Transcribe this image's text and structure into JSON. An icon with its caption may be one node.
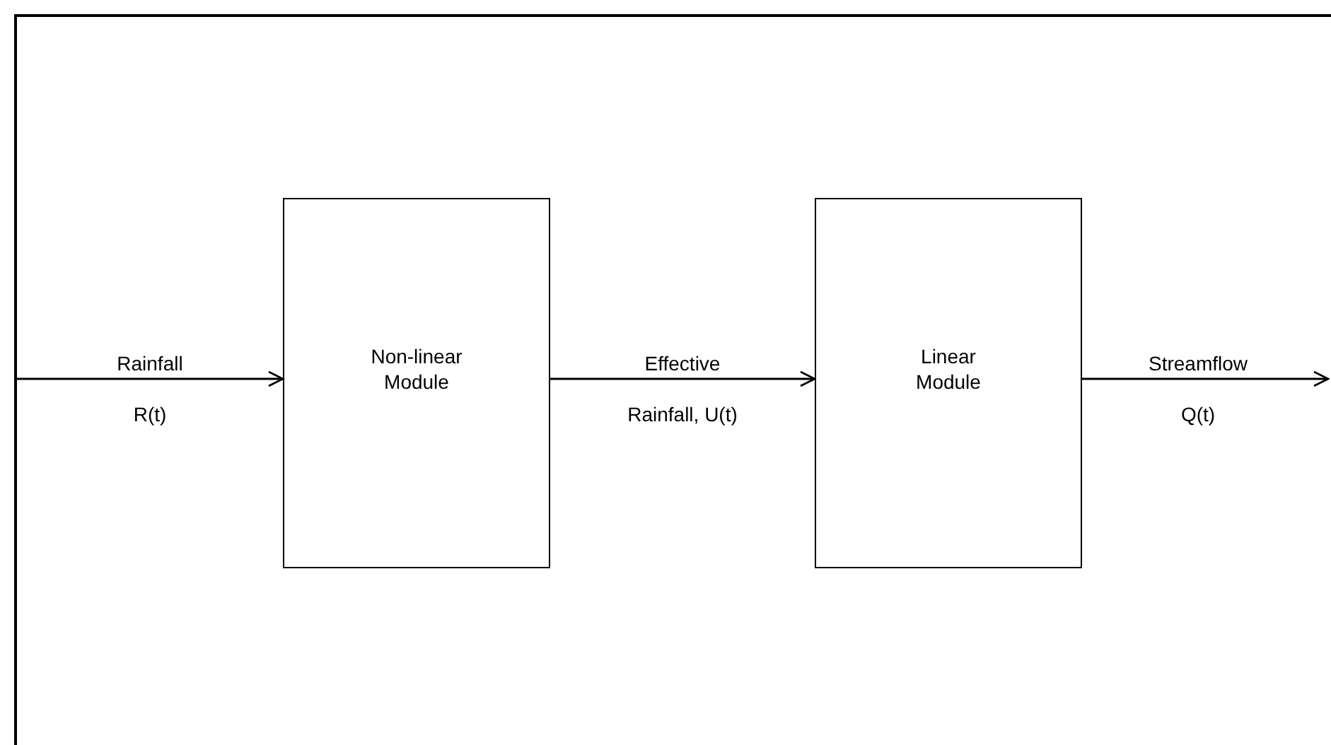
{
  "diagram": {
    "nodes": [
      {
        "text": [
          "Non-linear Module"
        ]
      },
      {
        "text": [
          "Linear Module"
        ]
      }
    ],
    "edges": [
      {
        "from": null,
        "to": 0,
        "arrow": "to",
        "label": "Rainfall R(t)"
      },
      {
        "from": 0,
        "to": 1,
        "arrow": "to",
        "label": "Effective Rainfall, U(t)"
      },
      {
        "from": 1,
        "to": null,
        "arrow": "to",
        "label": "Streamflow Q(t)"
      }
    ]
  }
}
